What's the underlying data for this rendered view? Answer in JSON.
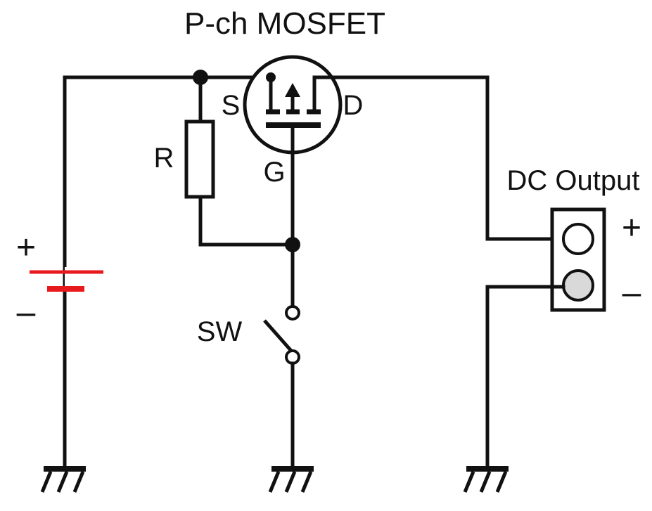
{
  "title": "P-ch MOSFET",
  "mosfet": {
    "source_label": "S",
    "drain_label": "D",
    "gate_label": "G"
  },
  "resistor": {
    "label": "R"
  },
  "switch": {
    "label": "SW"
  },
  "battery": {
    "plus_label": "+",
    "minus_label": "–"
  },
  "output": {
    "title": "DC Output",
    "plus_label": "+",
    "minus_label": "–"
  },
  "colors": {
    "wire": "#111111",
    "battery_plate": "#e8191c",
    "minus_terminal_fill": "#d9d9d9"
  },
  "icons": [
    "battery-icon",
    "resistor-icon",
    "mosfet-icon",
    "switch-icon",
    "ground-icon",
    "terminal-block-icon"
  ]
}
